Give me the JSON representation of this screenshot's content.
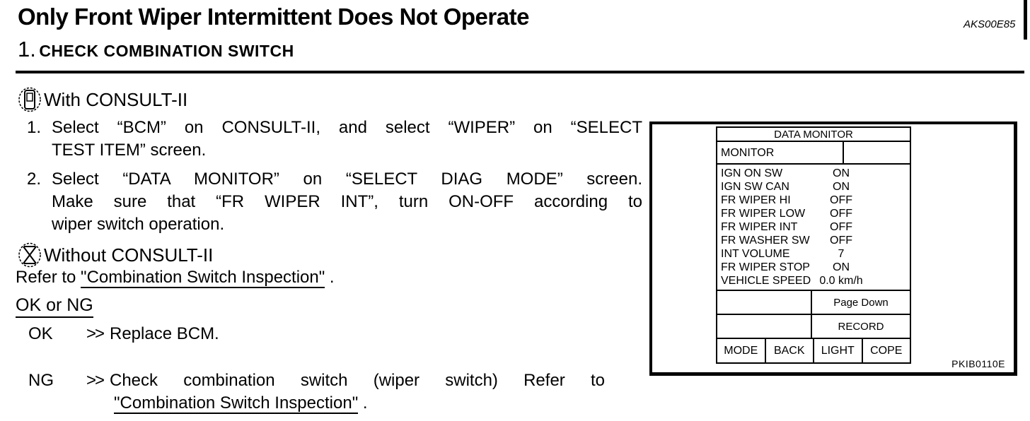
{
  "header": {
    "title": "Only Front Wiper Intermittent Does Not Operate",
    "doc_code": "AKS00E85",
    "step_number": "1.",
    "step_title": "CHECK COMBINATION SWITCH"
  },
  "body": {
    "with_consult": "With CONSULT-II",
    "without_consult": "Without CONSULT-II",
    "steps": [
      {
        "num": "1.",
        "lines": [
          "Select “BCM” on CONSULT-II, and select “WIPER” on “SELECT",
          "TEST ITEM” screen."
        ]
      },
      {
        "num": "2.",
        "lines": [
          "Select “DATA MONITOR” on “SELECT DIAG MODE” screen.",
          "Make sure that “FR WIPER INT”, turn ON-OFF according to",
          "wiper switch operation."
        ]
      }
    ],
    "refer": {
      "prefix": "Refer to ",
      "link": "\"Combination Switch Inspection\"",
      "suffix": " ."
    },
    "ok_or_ng": "OK or NG",
    "ok_result": {
      "label": "OK",
      "arrow": ">>",
      "text": "Replace BCM."
    },
    "ng_result": {
      "label": "NG",
      "arrow": ">>",
      "line1": "Check combination switch (wiper switch) Refer to",
      "link": "\"Combination Switch Inspection\"",
      "suffix": " ."
    }
  },
  "figure": {
    "code": "PKIB0110E",
    "monitor": {
      "title": "DATA MONITOR",
      "header": "MONITOR",
      "rows": [
        {
          "name": "IGN ON SW",
          "value": "ON"
        },
        {
          "name": "IGN SW CAN",
          "value": "ON"
        },
        {
          "name": "FR WIPER HI",
          "value": "OFF"
        },
        {
          "name": "FR WIPER LOW",
          "value": "OFF"
        },
        {
          "name": "FR WIPER INT",
          "value": "OFF"
        },
        {
          "name": "FR WASHER SW",
          "value": "OFF"
        },
        {
          "name": "INT VOLUME",
          "value": "7"
        },
        {
          "name": "FR WIPER STOP",
          "value": "ON"
        },
        {
          "name": "VEHICLE SPEED",
          "value": "0.0  km/h"
        }
      ],
      "page_down": "Page Down",
      "record": "RECORD",
      "buttons": [
        "MODE",
        "BACK",
        "LIGHT",
        "COPE"
      ]
    }
  }
}
